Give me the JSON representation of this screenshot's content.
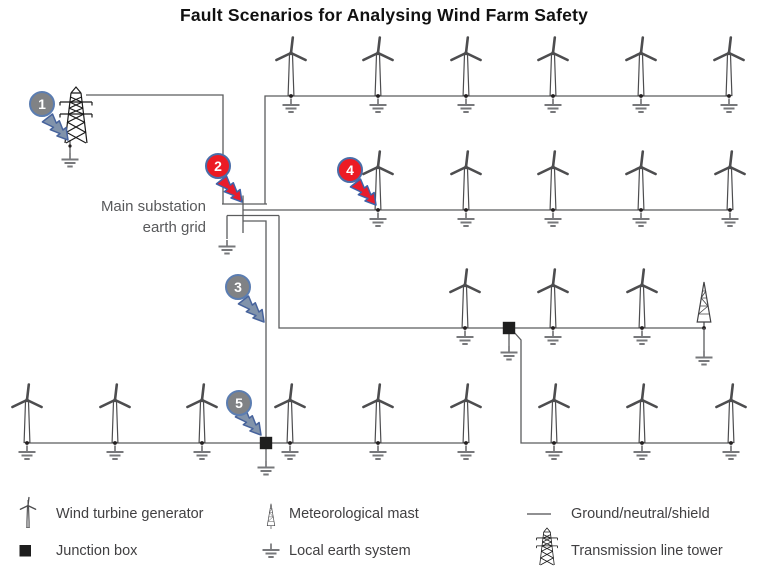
{
  "title": "Fault Scenarios for Analysing Wind Farm Safety",
  "substation_label": {
    "line1": "Main substation",
    "line2": "earth grid"
  },
  "wind_farm": {
    "feeder_rows": [
      {
        "name": "row-1",
        "turbines": 6
      },
      {
        "name": "row-2",
        "turbines": 5
      },
      {
        "name": "row-3",
        "turbines": 3,
        "has_met_mast": true,
        "has_junction_box": true
      },
      {
        "name": "row-4",
        "turbines": 9,
        "has_junction_box": true
      }
    ],
    "fault_markers": [
      {
        "number": "1",
        "style": "gray"
      },
      {
        "number": "2",
        "style": "red"
      },
      {
        "number": "3",
        "style": "gray"
      },
      {
        "number": "4",
        "style": "red"
      },
      {
        "number": "5",
        "style": "gray"
      }
    ]
  },
  "legend": {
    "items": [
      {
        "icon": "wind-turbine-icon",
        "label": "Wind turbine generator"
      },
      {
        "icon": "met-mast-icon",
        "label": "Meteorological mast"
      },
      {
        "icon": "ground-line-icon",
        "label": "Ground/neutral/shield"
      },
      {
        "icon": "junction-box-icon",
        "label": "Junction box"
      },
      {
        "icon": "local-earth-icon",
        "label": "Local earth system"
      },
      {
        "icon": "transmission-tower-icon",
        "label": "Transmission line tower"
      }
    ]
  },
  "colors": {
    "fault_red": "#ec1b24",
    "fault_gray": "#808285",
    "marker_border_blue": "#4a6da8",
    "wire_gray": "#5b5c5e",
    "text_gray": "#414042"
  }
}
